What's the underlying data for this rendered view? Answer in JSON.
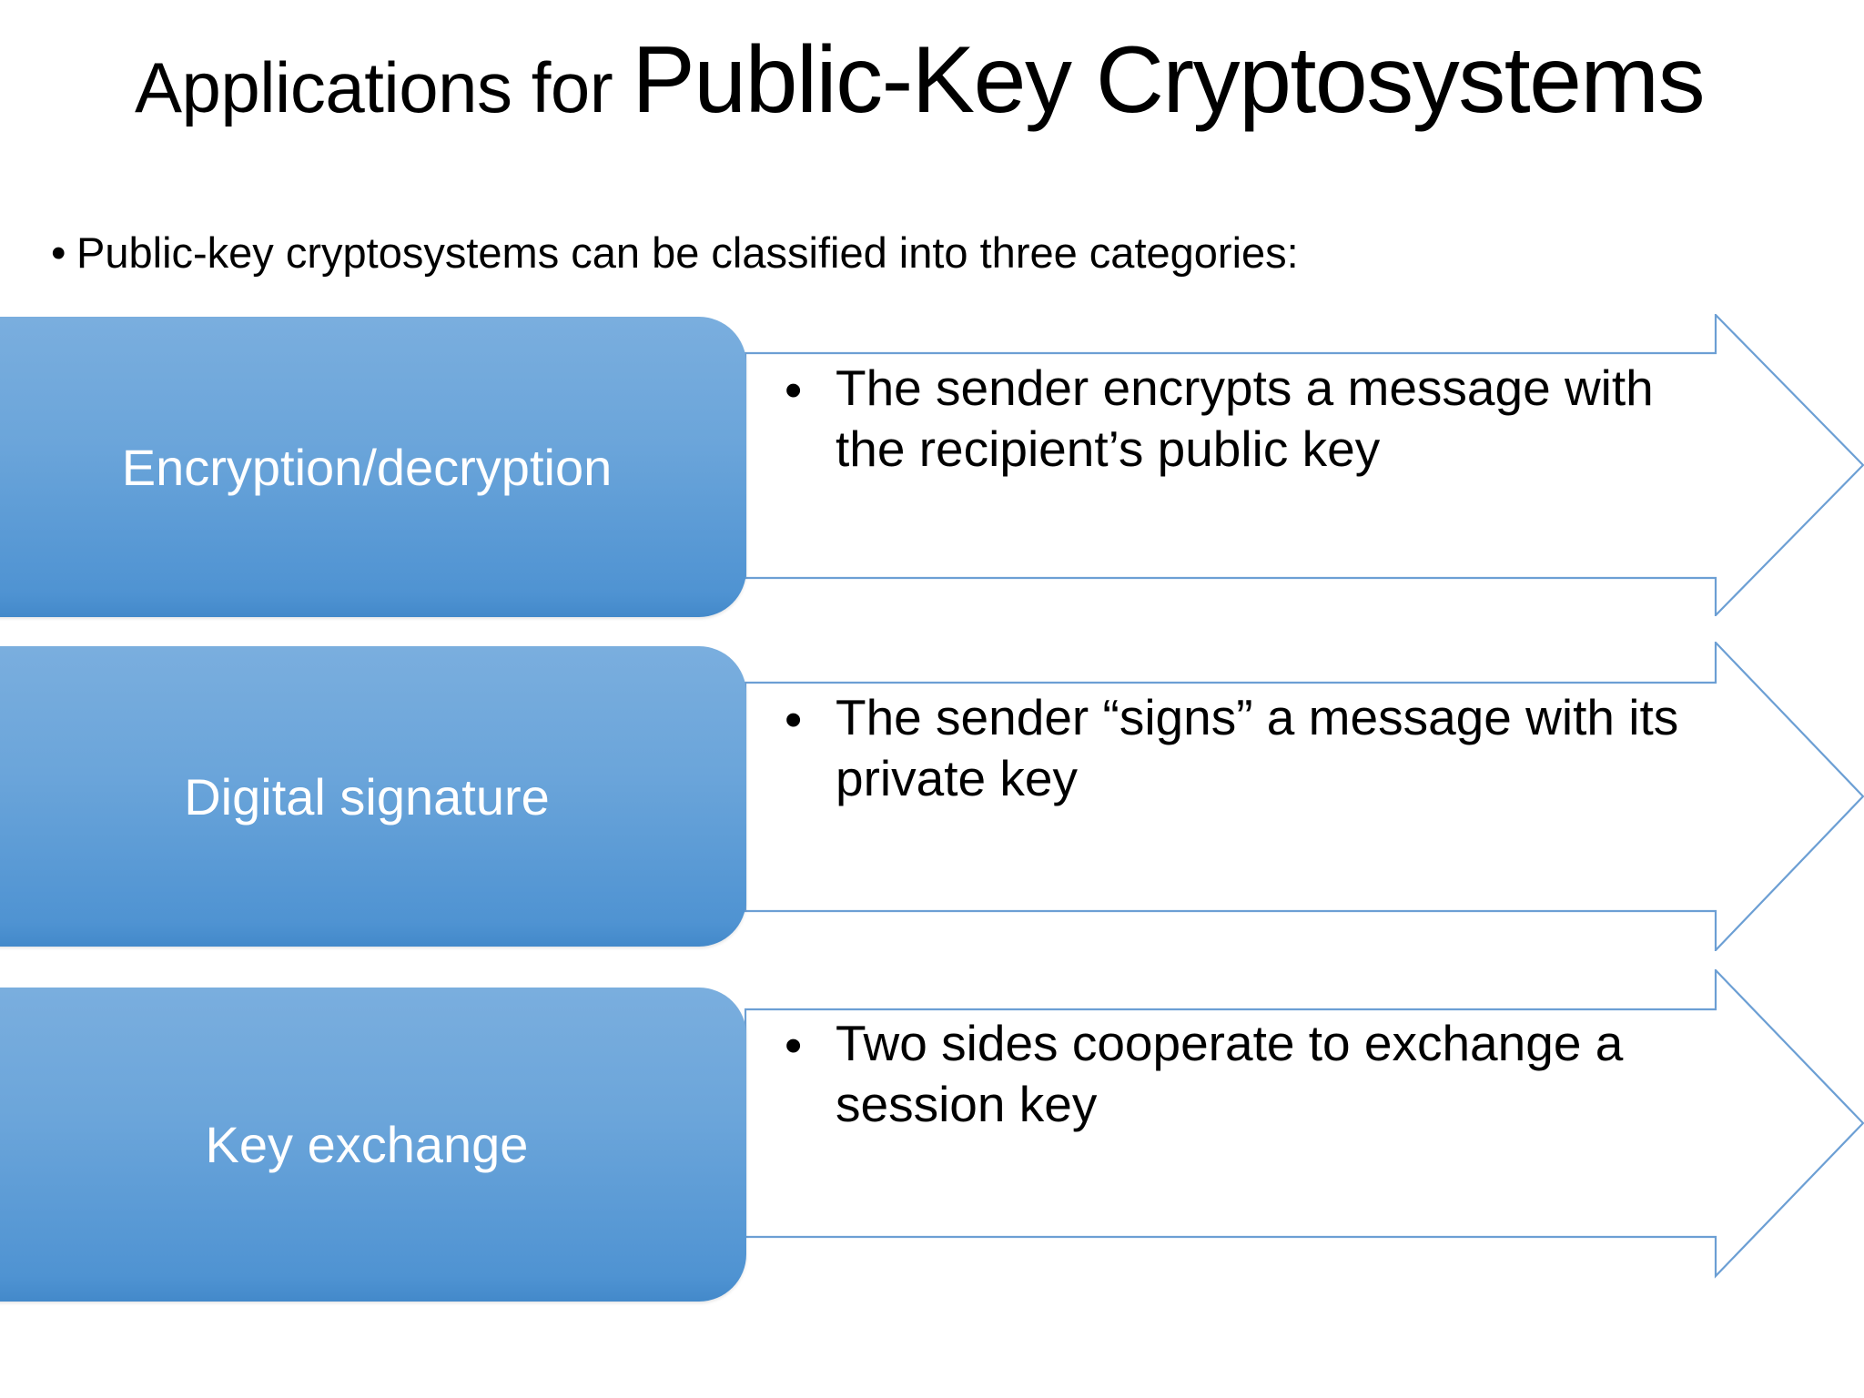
{
  "slide": {
    "title": {
      "lead": "Applications for ",
      "emphasis": "Public-Key Cryptosystems"
    },
    "lead_bullet": {
      "marker": "•",
      "text": "Public-key cryptosystems can be classified into three categories:"
    },
    "colors": {
      "chip_gradient_top": "#7aaede",
      "chip_gradient_bottom": "#4389ca",
      "arrow_outline": "#6c9fd4",
      "arrow_fill": "#ffffff",
      "chip_text": "#ffffff",
      "body_text": "#000000",
      "background": "#ffffff"
    },
    "categories": [
      {
        "label": "Encryption/decryption",
        "bullet_marker": "•",
        "description": "The sender encrypts a message with the recipient’s public key"
      },
      {
        "label": "Digital signature",
        "bullet_marker": "•",
        "description": "The sender “signs” a message with its private key"
      },
      {
        "label": "Key exchange",
        "bullet_marker": "•",
        "description": "Two sides cooperate to exchange a session key"
      }
    ]
  }
}
